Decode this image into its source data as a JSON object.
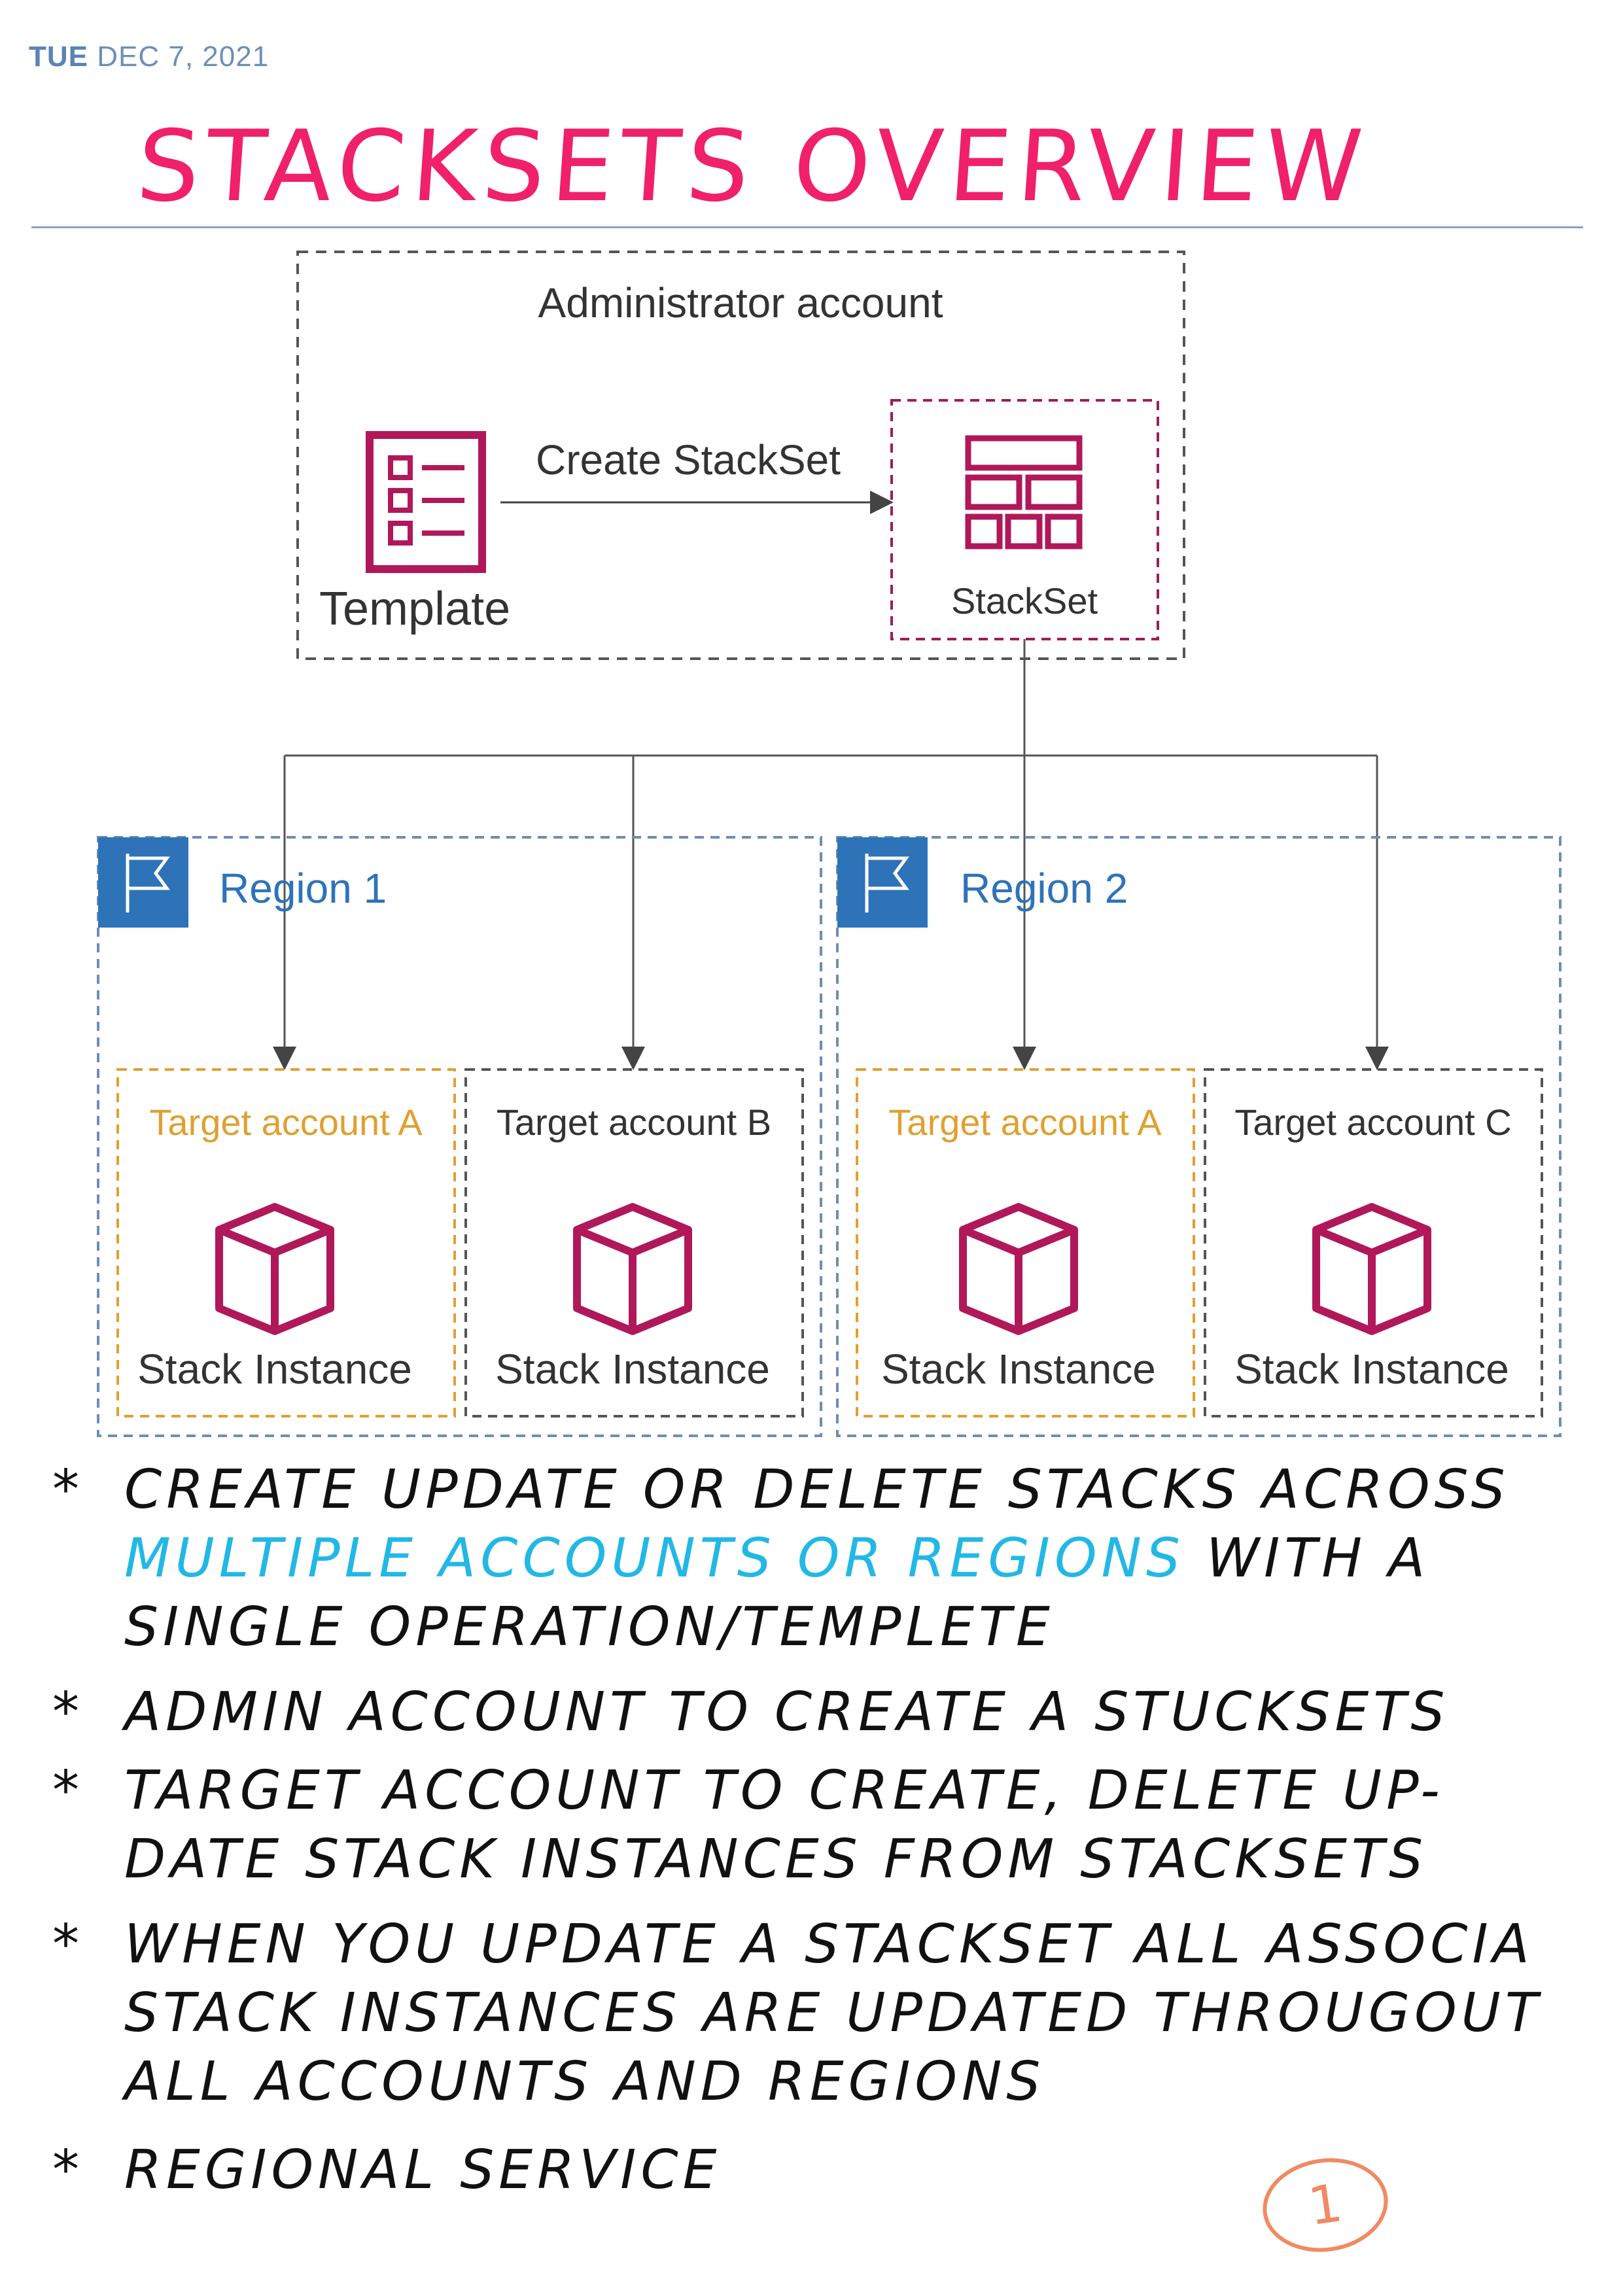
{
  "date": {
    "day": "TUE",
    "full": "DEC 7, 2021"
  },
  "title": "STACKSETS OVERVIEW",
  "diagram": {
    "admin_label": "Administrator account",
    "template_label": "Template",
    "arrow_label": "Create StackSet",
    "stackset_label": "StackSet",
    "regions": [
      {
        "label": "Region 1",
        "accounts": [
          {
            "label": "Target account A",
            "instance": "Stack Instance"
          },
          {
            "label": "Target account B",
            "instance": "Stack Instance"
          }
        ]
      },
      {
        "label": "Region 2",
        "accounts": [
          {
            "label": "Target account A",
            "instance": "Stack Instance"
          },
          {
            "label": "Target account C",
            "instance": "Stack Instance"
          }
        ]
      }
    ]
  },
  "notes": {
    "n1": {
      "bullet": "*",
      "l1": "CREATE UPDATE OR DELETE STACKS ACROSS",
      "l2_highlight": "MULTIPLE ACCOUNTS OR REGIONS",
      "l2_rest": " WITH A",
      "l3": "SINGLE OPERATION/TEMPLETE"
    },
    "n2": {
      "bullet": "*",
      "l1": "ADMIN ACCOUNT TO CREATE A STUCKSETS"
    },
    "n3": {
      "bullet": "*",
      "l1": "TARGET ACCOUNT TO CREATE, DELETE UP-",
      "l2": "DATE STACK INSTANCES FROM STACKSETS"
    },
    "n4": {
      "bullet": "*",
      "l1": "WHEN YOU UPDATE A STACKSET ALL ASSOCIA",
      "l2": "STACK INSTANCES ARE UPDATED THROUGOUT",
      "l3": "ALL ACCOUNTS AND REGIONS"
    },
    "n5": {
      "bullet": "*",
      "l1": "REGIONAL SERVICE"
    }
  },
  "page_number": "1",
  "colors": {
    "title": "#f0206a",
    "highlight": "#22b8e6",
    "aws_magenta": "#b0185a",
    "region_blue": "#2e73b8",
    "target_orange": "#e0a030",
    "page_mark": "#f08a64"
  }
}
